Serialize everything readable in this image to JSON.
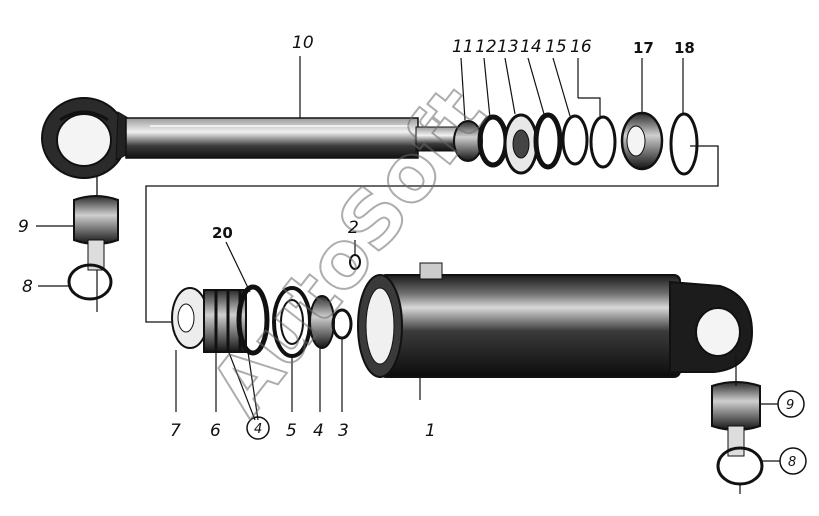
{
  "watermark": "AutoSoft",
  "callouts": {
    "c1": "1",
    "c2": "2",
    "c3": "3",
    "c4": "4",
    "c5": "5",
    "c6": "6",
    "c7": "7",
    "c8_left": "8",
    "c8_right": "8",
    "c9_left": "9",
    "c9_right": "9",
    "c10": "10",
    "c11": "11",
    "c12": "12",
    "c13": "13",
    "c14": "14",
    "c15": "15",
    "c16": "16",
    "c17": "17",
    "c18": "18",
    "c20": "20",
    "c4_circle": "4"
  }
}
